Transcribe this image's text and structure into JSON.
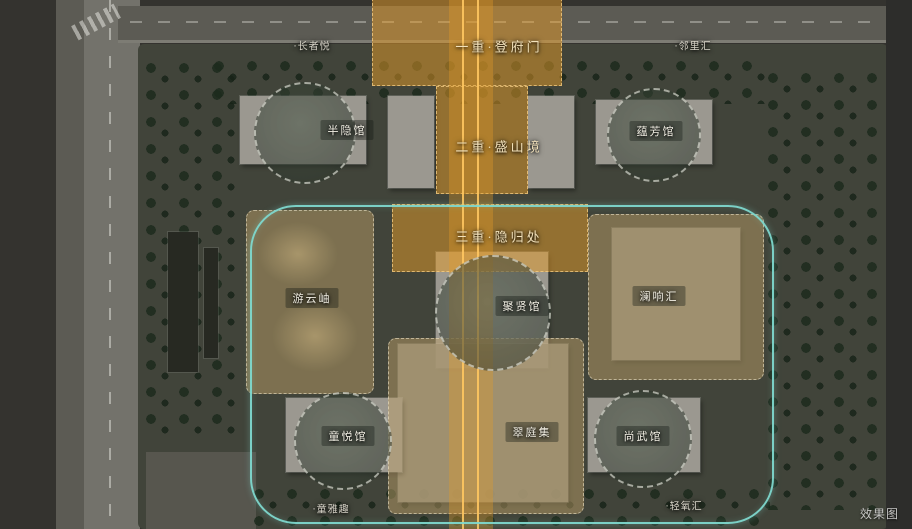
{
  "colors": {
    "axis_orange": "#E69C28",
    "zone_tan": "#BEA068",
    "boundary_teal": "#7ED8CE",
    "label_cream": "#F3E2BB"
  },
  "labels": {
    "tier1": "一重·登府门",
    "tier2": "二重·盛山境",
    "tier3": "三重·隐归处",
    "changzheyue": "·长者悦",
    "linlihui": "·邻里汇",
    "banyinguan": "半隐馆",
    "yunfangguan": "蕴芳馆",
    "youyunxiu": "游云岫",
    "juxianguan": "聚贤馆",
    "lanxianghui": "澜响汇",
    "tongyueguan": "童悦馆",
    "cuitingji": "翠庭集",
    "shangwuguan": "尚武馆",
    "tongyaqu": "·童雅趣",
    "qingyanghui": "·轻氧汇"
  },
  "watermark": "效果图"
}
